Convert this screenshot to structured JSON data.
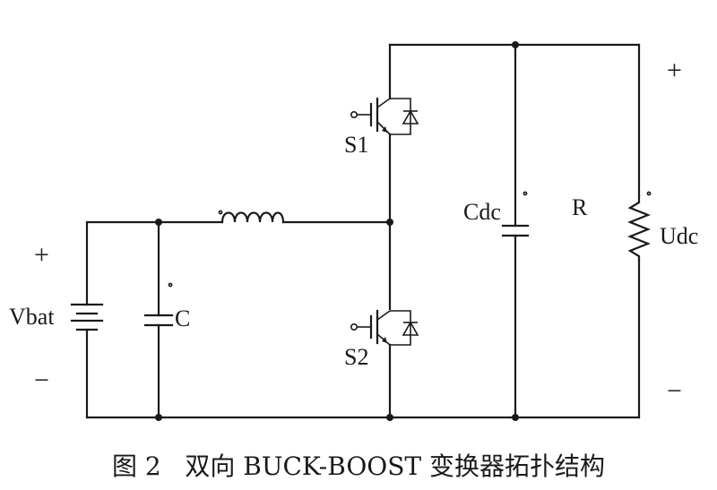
{
  "caption": "图 2   双向 BUCK-BOOST 变换器拓扑结构",
  "labels": {
    "vbat": "Vbat",
    "capacitor_c": "C",
    "switch_upper": "S1",
    "switch_lower": "S2",
    "capacitor_dc": "Cdc",
    "resistor": "R",
    "voltage_dc": "Udc",
    "plus_left": "+",
    "minus_left": "−",
    "plus_right": "+",
    "minus_right": "−"
  }
}
